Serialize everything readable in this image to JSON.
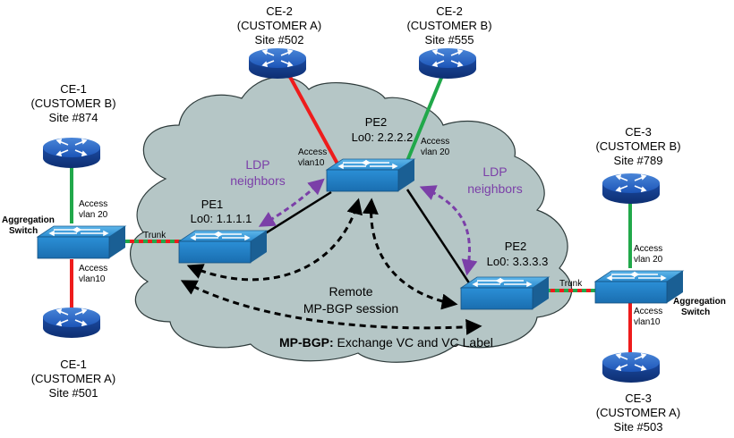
{
  "nodes": {
    "ce2a": {
      "name": "CE-2",
      "customer": "(CUSTOMER A)",
      "site": "Site #502"
    },
    "ce2b": {
      "name": "CE-2",
      "customer": "(CUSTOMER B)",
      "site": "Site #555"
    },
    "ce1b": {
      "name": "CE-1",
      "customer": "(CUSTOMER B)",
      "site": "Site #874"
    },
    "ce1a": {
      "name": "CE-1",
      "customer": "(CUSTOMER A)",
      "site": "Site #501"
    },
    "ce3b": {
      "name": "CE-3",
      "customer": "(CUSTOMER B)",
      "site": "Site #789"
    },
    "ce3a": {
      "name": "CE-3",
      "customer": "(CUSTOMER A)",
      "site": "Site #503"
    },
    "pe1": {
      "name": "PE1",
      "loopback": "Lo0: 1.1.1.1"
    },
    "pe2_top": {
      "name": "PE2",
      "loopback": "Lo0: 2.2.2.2"
    },
    "pe2_right": {
      "name": "PE2",
      "loopback": "Lo0: 3.3.3.3"
    },
    "agg_left": {
      "line1": "Aggregation",
      "line2": "Switch"
    },
    "agg_right": {
      "line1": "Aggregation",
      "line2": "Switch"
    }
  },
  "links": {
    "left_vlan20": {
      "line1": "Access",
      "line2": "vlan 20"
    },
    "left_vlan10": {
      "line1": "Access",
      "line2": "vlan10"
    },
    "right_vlan20": {
      "line1": "Access",
      "line2": "vlan 20"
    },
    "right_vlan10": {
      "line1": "Access",
      "line2": "vlan10"
    },
    "pe2_vlan10": {
      "line1": "Access",
      "line2": "vlan10"
    },
    "pe2_vlan20": {
      "line1": "Access",
      "line2": "vlan 20"
    },
    "trunk_left": "Trunk",
    "trunk_right": "Trunk"
  },
  "ldp_left": {
    "line1": "LDP",
    "line2": "neighbors"
  },
  "ldp_right": {
    "line1": "LDP",
    "line2": "neighbors"
  },
  "remote_session": {
    "line1": "Remote",
    "line2": "MP-BGP session"
  },
  "mpbgp": {
    "bold": "MP-BGP:",
    "rest": " Exchange VC and VC Label"
  },
  "colors": {
    "customer_a_link": "#ee1c1c",
    "customer_b_link": "#21a84a",
    "cloud": "#b5c6c6",
    "ldp": "#7b3fa8",
    "router": "#1b4fa8",
    "switch": "#2b8ed0"
  }
}
